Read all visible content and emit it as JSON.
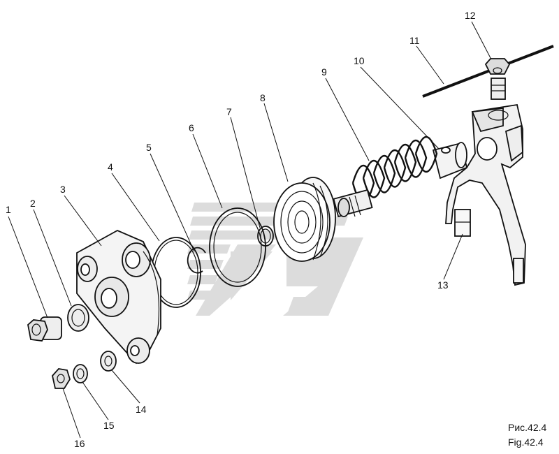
{
  "figure": {
    "caption_ru": "Рис.42.4",
    "caption_en": "Fig.42.4",
    "watermark": "logo-watermark"
  },
  "part_numbers": [
    "1",
    "2",
    "3",
    "4",
    "5",
    "6",
    "7",
    "8",
    "9",
    "10",
    "11",
    "12",
    "13",
    "14",
    "15",
    "16"
  ]
}
